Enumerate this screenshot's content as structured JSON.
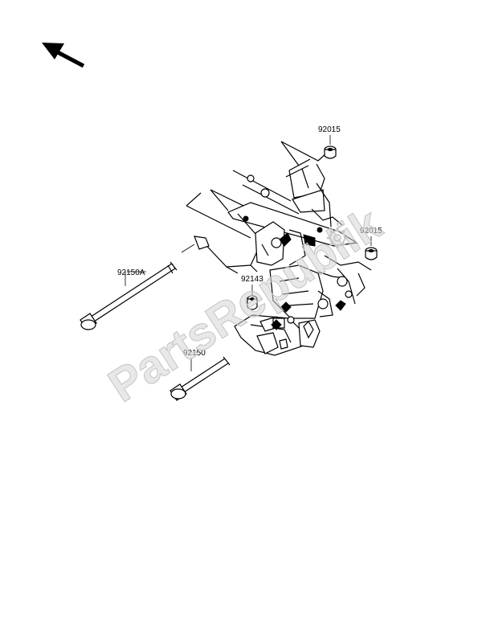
{
  "diagram": {
    "parts": [
      {
        "id": "92015-top",
        "number": "92015"
      },
      {
        "id": "92015-right",
        "number": "92015"
      },
      {
        "id": "92150A",
        "number": "92150A"
      },
      {
        "id": "92143",
        "number": "92143"
      },
      {
        "id": "92150",
        "number": "92150"
      }
    ],
    "watermark": "PartsRepublik"
  },
  "icons": {
    "orientation_arrow": "arrow-up-left-icon",
    "watermark_gear": "gear-icon"
  },
  "colors": {
    "line": "#000000",
    "background": "#ffffff",
    "watermark": "#d6d6d6"
  }
}
